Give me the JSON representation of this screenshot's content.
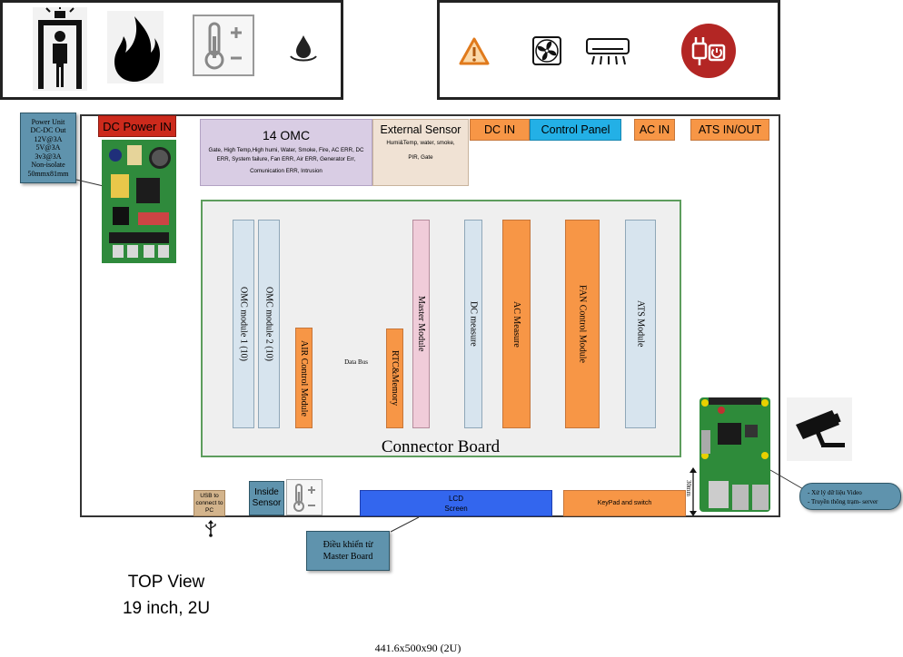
{
  "icons_top_left": [
    "body-scanner-icon",
    "fire-icon",
    "thermometer-icon",
    "water-drop-icon"
  ],
  "icons_top_right": [
    "warning-icon",
    "fan-icon",
    "air-conditioner-icon",
    "power-plug-icon"
  ],
  "power_unit": {
    "lines": [
      "Power Unit",
      "DC-DC Out",
      "12V@3A",
      "5V@3A",
      "3v3@3A",
      "Non-isolate",
      "50mmx81mm"
    ]
  },
  "front": {
    "dc_power_in": "DC Power IN",
    "omc_title": "14 OMC",
    "omc_desc": "Gate, High Temp,High humi, Water, Smoke, Fire, AC ERR, DC ERR, System failure, Fan ERR, Air ERR, Generator Err,",
    "omc_desc2": "Comunication ERR, Intrusion",
    "ext_sensor_title": "External Sensor",
    "ext_sensor_desc": "Humi&Temp, water, smoke,",
    "ext_sensor_desc2": "PIR, Gate",
    "dc_in": "DC IN",
    "control_panel": "Control Panel",
    "ac_in": "AC IN",
    "ats": "ATS IN/OUT"
  },
  "connector_board": {
    "title": "Connector Board",
    "data_bus": "Data Bus",
    "modules": {
      "omc1": "OMC module 1 (10)",
      "omc2": "OMC module 2 (10)",
      "air": "AIR Control Module",
      "rtc": "RTC&Memory",
      "master": "Master Module",
      "dc": "DC measure",
      "ac": "AC Measure",
      "fan": "FAN Control Module",
      "ats": "ATS Module"
    }
  },
  "bottom": {
    "usb": "USB to connect to PC",
    "inside_sensor": "Inside Sensor",
    "lcd": "LCD",
    "lcd2": "Screen",
    "keypad": "KeyPad and switch",
    "dim": "30mm"
  },
  "callouts": {
    "master_board": [
      "Điều khiển từ",
      "Master Board"
    ],
    "pi": [
      "- Xử lý dữ liệu Video",
      "- Truyền thông trạm- server"
    ]
  },
  "caption": {
    "view": "TOP View",
    "size": "19 inch, 2U"
  },
  "dimensions": "441.6x500x90 (2U)",
  "colors": {
    "dc_power_red": "#cc2a1c",
    "omc_purple": "#d9cde4",
    "sensor_tan": "#f0e2d4",
    "orange": "#f79646",
    "cyan": "#23b0e6",
    "blue_lcd": "#3366ee",
    "pale_blue": "#d7e4ee",
    "pink": "#f0ccd9",
    "green_border": "#5d9d5d"
  }
}
